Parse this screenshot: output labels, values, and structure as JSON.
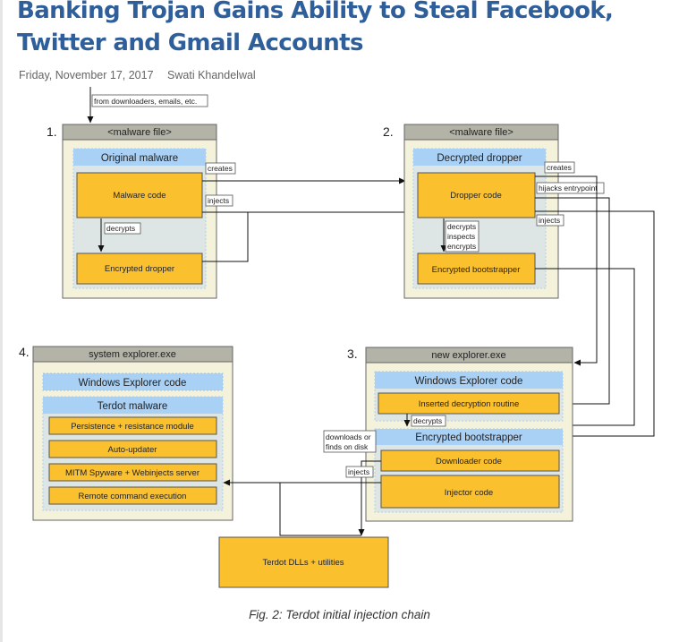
{
  "article": {
    "title": "Banking Trojan Gains Ability to Steal Facebook, Twitter and Gmail Accounts",
    "date": "Friday, November 17, 2017",
    "author": "Swati Khandelwal"
  },
  "diagram": {
    "source_label": "from downloaders, emails, etc.",
    "stages": [
      {
        "number": "1.",
        "header": "<malware file>",
        "blue_label": "Original malware",
        "blocks": [
          "Malware code",
          "Encrypted dropper"
        ],
        "labels": {
          "creates": "creates",
          "injects": "injects",
          "decrypts": "decrypts"
        }
      },
      {
        "number": "2.",
        "header": "<malware file>",
        "blue_label": "Decrypted dropper",
        "blocks": [
          "Dropper code",
          "Encrypted bootstrapper"
        ],
        "labels": {
          "creates": "creates",
          "hijacks": "hijacks entrypoint",
          "injects": "injects",
          "decrypts": "decrypts",
          "inspects": "inspects",
          "encrypts": "encrypts"
        }
      },
      {
        "number": "3.",
        "header": "new explorer.exe",
        "blue_labels": [
          "Windows Explorer code",
          "Encrypted bootstrapper"
        ],
        "blocks": [
          "Inserted decryption routine",
          "Downloader code",
          "Injector code"
        ],
        "labels": {
          "decrypts": "decrypts",
          "downloads_line1": "downloads or",
          "downloads_line2": "finds on disk",
          "injects": "injects"
        }
      },
      {
        "number": "4.",
        "header": "system explorer.exe",
        "blue_labels": [
          "Windows Explorer code",
          "Terdot malware"
        ],
        "modules": [
          "Persistence + resistance module",
          "Auto-updater",
          "MITM Spyware + Webinjects server",
          "Remote command execution"
        ]
      }
    ],
    "dll_box": "Terdot DLLs + utilities",
    "caption": "Fig. 2: Terdot initial injection chain"
  },
  "colors": {
    "title": "#2f5f9a",
    "orange": "#fbc02d",
    "blue": "#a9d0f5",
    "gray_header": "#b3b3a8",
    "panel_bg": "#f5f2dc"
  }
}
